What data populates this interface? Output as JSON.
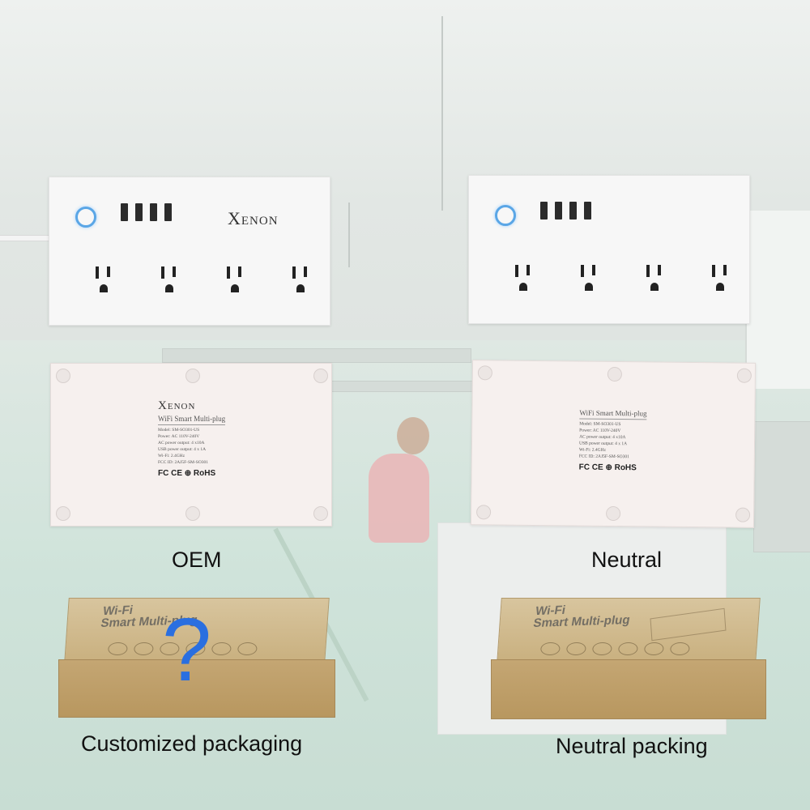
{
  "colors": {
    "power_ring": "#5aa6e6",
    "question_mark": "#2a6fe0",
    "box_kraft": "#c4a673",
    "caption_text": "#111111"
  },
  "oem": {
    "brand_initial": "X",
    "brand_rest": "ENON",
    "back_label": {
      "brand_initial": "X",
      "brand_rest": "ENON",
      "product": "WiFi Smart Multi-plug",
      "spec_lines": [
        "Model: SM-SO301-US",
        "Power: AC 110V-240V",
        "AC power output: 4 x10A",
        "USB power output: 4 x 1A",
        "Wi-Fi: 2.4GHz",
        "FCC ID: 2AJ5F-SM-SO301"
      ],
      "marks": "FC CE ⊕ RoHS"
    },
    "caption": "OEM",
    "box_print": "Wi-Fi\nSmart Multi-plug",
    "packaging_caption": "Customized packaging",
    "question_mark": "?"
  },
  "neutral": {
    "back_label": {
      "product": "WiFi Smart Multi-plug",
      "spec_lines": [
        "Model: SM-SO301-US",
        "Power: AC 110V-240V",
        "AC power output: 4 x10A",
        "USB power output: 4 x 1A",
        "Wi-Fi: 2.4GHz",
        "FCC ID: 2AJ5F-SM-SO301"
      ],
      "marks": "FC CE ⊕ RoHS"
    },
    "caption": "Neutral",
    "box_print": "Wi-Fi\nSmart Multi-plug",
    "packaging_caption": "Neutral packing"
  }
}
